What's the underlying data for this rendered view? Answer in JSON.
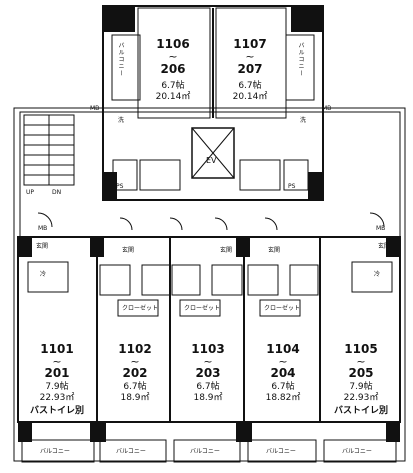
{
  "units": {
    "u1106": {
      "top": "1106",
      "tilde": "~",
      "bottom": "206",
      "tatami": "6.7帖",
      "area": "20.14㎡"
    },
    "u1107": {
      "top": "1107",
      "tilde": "~",
      "bottom": "207",
      "tatami": "6.7帖",
      "area": "20.14㎡"
    },
    "u1101": {
      "top": "1101",
      "tilde": "~",
      "bottom": "201",
      "tatami": "7.9帖",
      "area": "22.93㎡",
      "note": "バストイレ別"
    },
    "u1102": {
      "top": "1102",
      "tilde": "~",
      "bottom": "202",
      "tatami": "6.7帖",
      "area": "18.9㎡"
    },
    "u1103": {
      "top": "1103",
      "tilde": "~",
      "bottom": "203",
      "tatami": "6.7帖",
      "area": "18.9㎡"
    },
    "u1104": {
      "top": "1104",
      "tilde": "~",
      "bottom": "204",
      "tatami": "6.7帖",
      "area": "18.82㎡"
    },
    "u1105": {
      "top": "1105",
      "tilde": "~",
      "bottom": "205",
      "tatami": "7.9帖",
      "area": "22.93㎡",
      "note": "バストイレ別"
    }
  },
  "labels": {
    "balcony": "バルコニー",
    "elevator": "EV",
    "entrance": "玄関",
    "closet": "クローゼット",
    "up": "UP",
    "down": "DN",
    "meter_box": "MB",
    "pipe_space": "PS",
    "laundry": "洗",
    "fridge": "冷"
  }
}
